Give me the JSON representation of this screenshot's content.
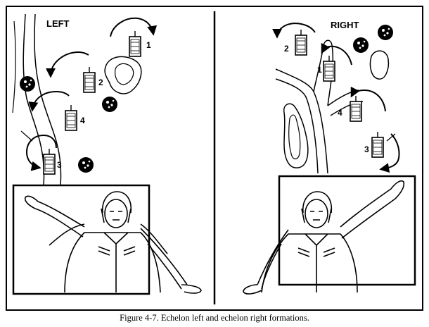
{
  "caption": "Figure 4-7.  Echelon left and echelon right formations.",
  "panels": {
    "left": {
      "title": "LEFT",
      "vehicles": [
        {
          "number": "1"
        },
        {
          "number": "2"
        },
        {
          "number": "4"
        },
        {
          "number": "3"
        }
      ],
      "signal": "Arm signal: left arm raised upward at an angle, right arm extended downward"
    },
    "right": {
      "title": "RIGHT",
      "vehicles": [
        {
          "number": "2"
        },
        {
          "number": "1"
        },
        {
          "number": "4"
        },
        {
          "number": "3"
        }
      ],
      "signal": "Arm signal: right arm raised upward at an angle, left arm extended downward"
    }
  },
  "colors": {
    "ink": "#000000",
    "paper": "#ffffff"
  }
}
